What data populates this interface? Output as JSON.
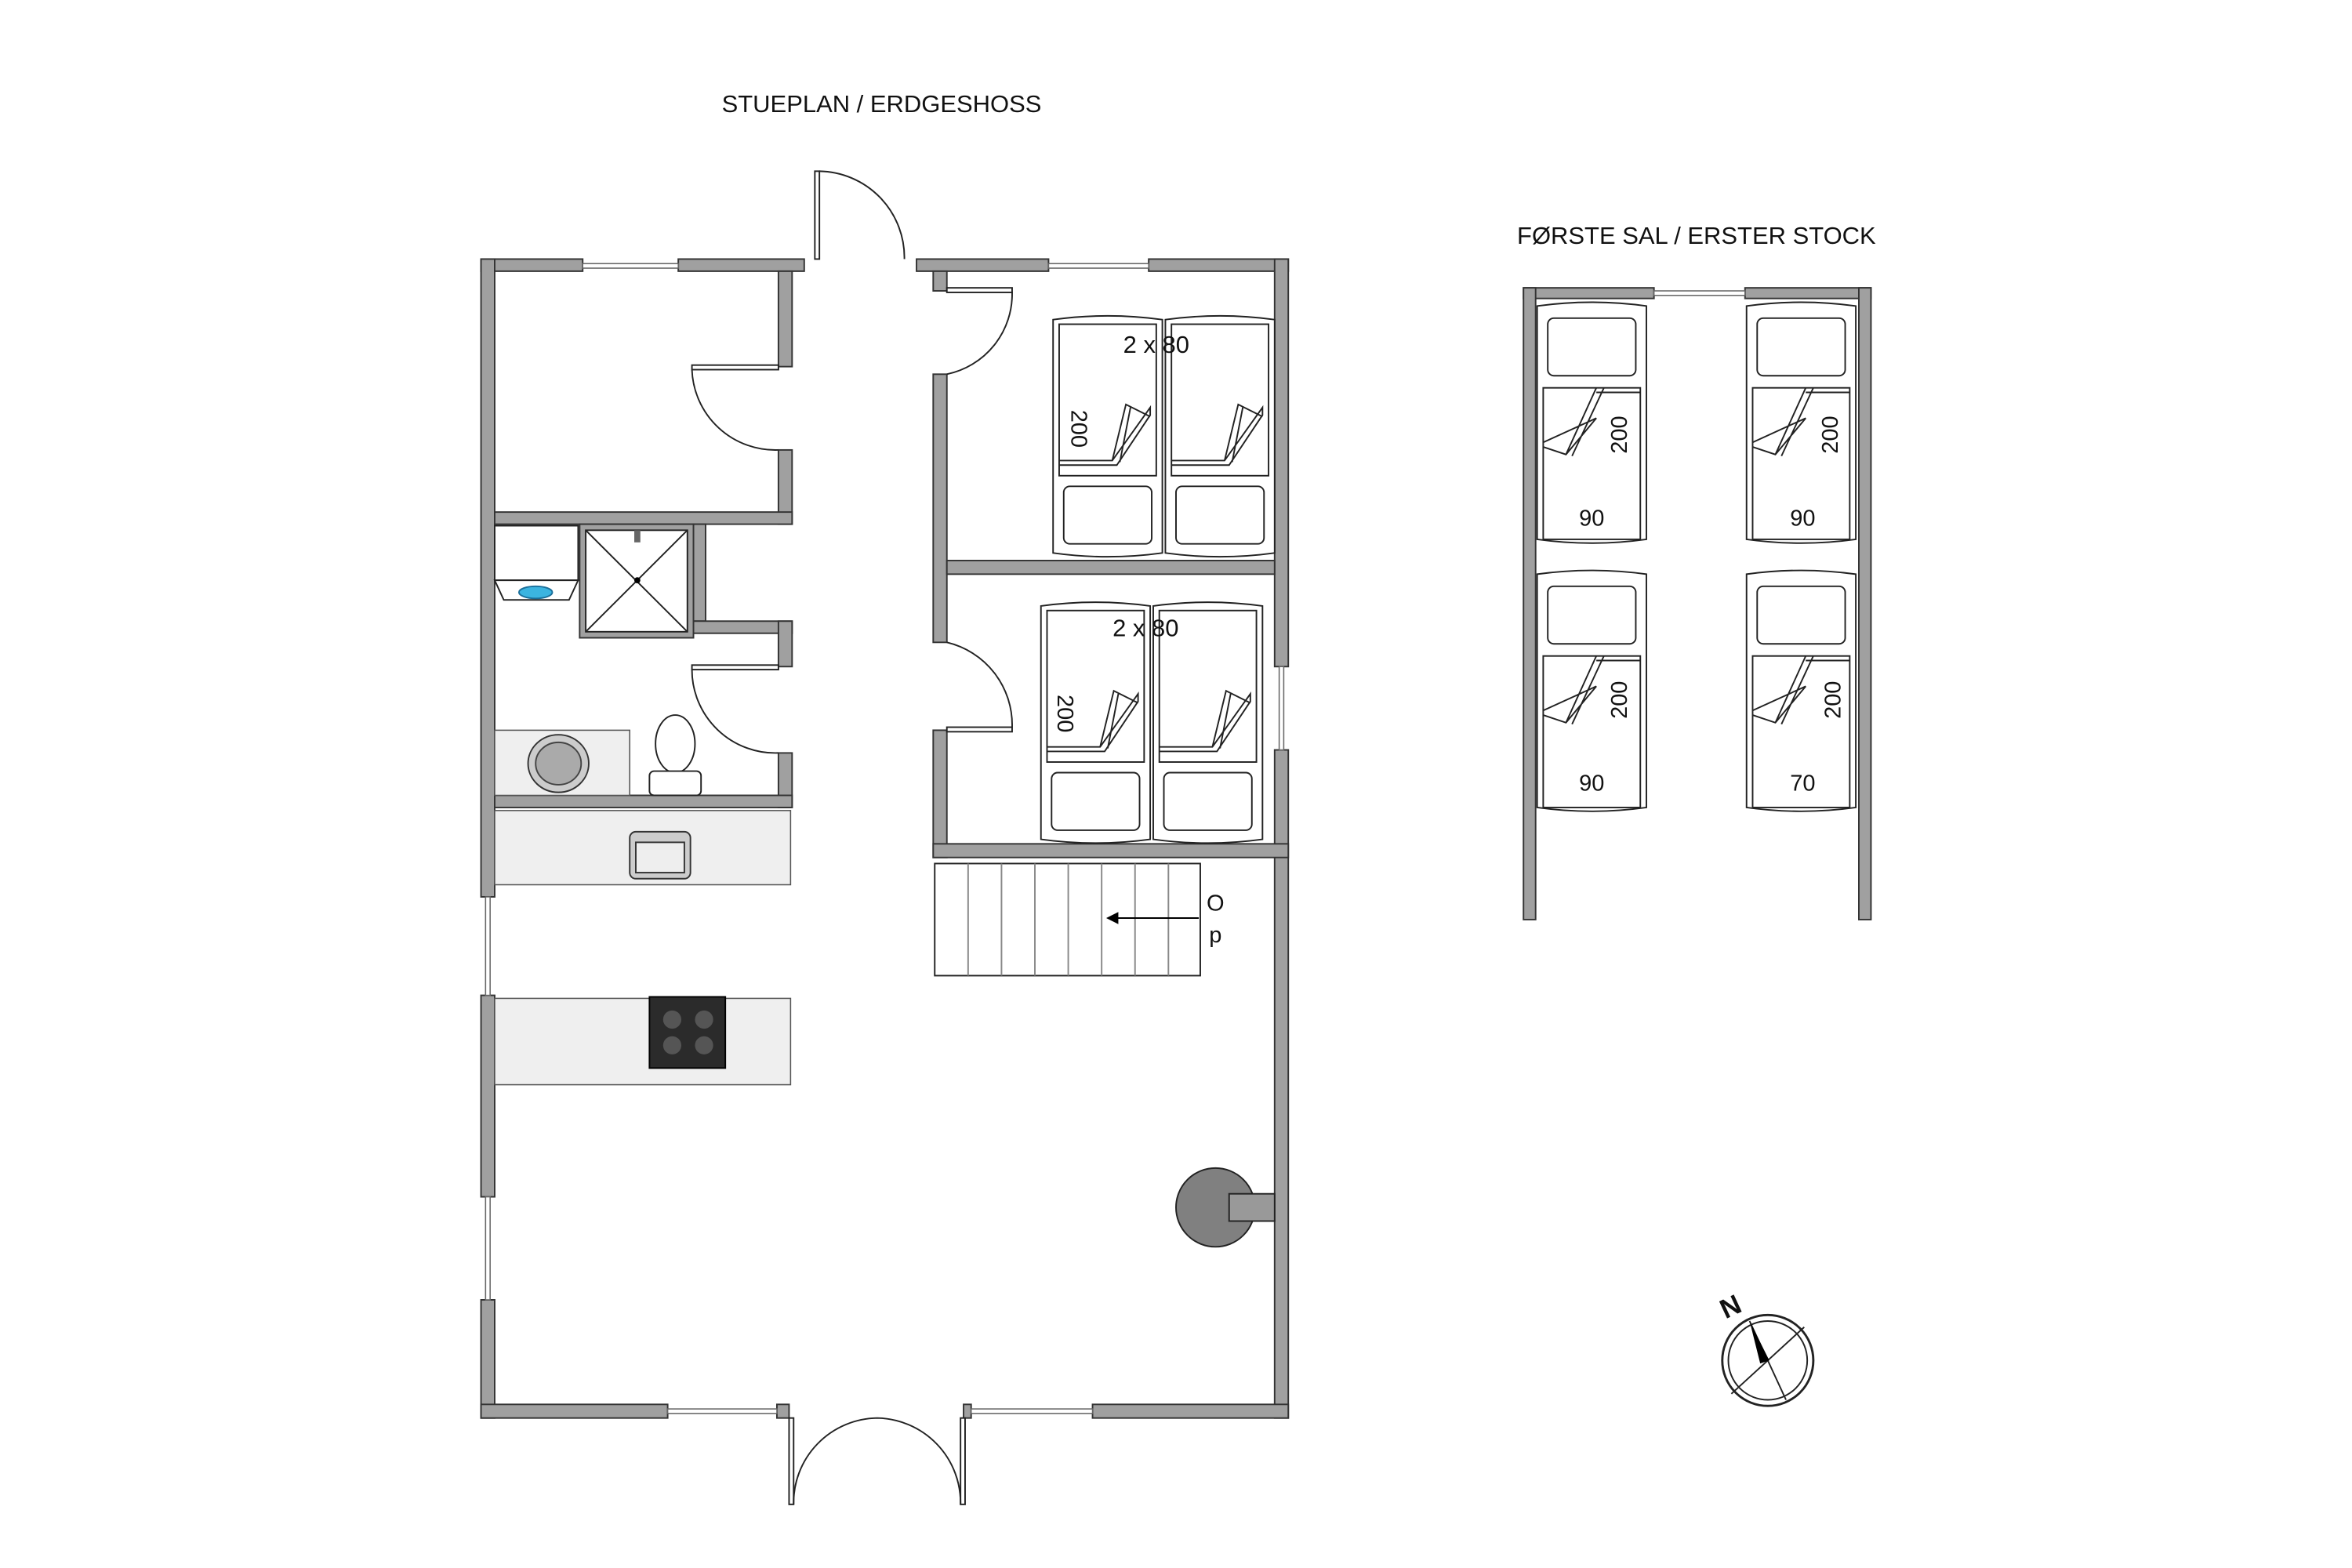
{
  "ground_floor": {
    "title": "STUEPLAN / ERDGESHOSS",
    "bedroom_1": {
      "bed_label": "2 x 80",
      "bed_length": "200"
    },
    "bedroom_2": {
      "bed_label": "2 x 80",
      "bed_length": "200"
    },
    "stairs": {
      "label_line1": "O",
      "label_line2": "p"
    }
  },
  "first_floor": {
    "title": "FØRSTE SAL / ERSTER STOCK",
    "beds": [
      {
        "length": "200",
        "width": "90"
      },
      {
        "length": "200",
        "width": "90"
      },
      {
        "length": "200",
        "width": "90"
      },
      {
        "length": "200",
        "width": "70"
      }
    ]
  },
  "compass": {
    "north_label": "N"
  },
  "colors": {
    "wall": "#a0a0a0",
    "counter": "#efefef",
    "stove": "#808080"
  }
}
